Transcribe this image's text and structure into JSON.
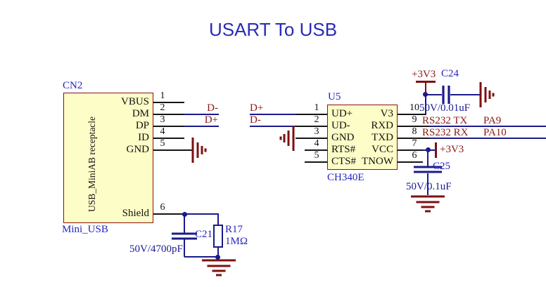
{
  "title": "USART To USB",
  "colors": {
    "wire": "#1a1a8c",
    "symbol": "#7c1010",
    "net_text": "#8b1616",
    "designator": "#2626c0",
    "value_text": "#1a1a96",
    "body_fill": "#fdfdc8",
    "body_border": "#8a1010"
  },
  "components": {
    "cn2": {
      "ref": "CN2",
      "body_label": "USB_MiniAB receptacle",
      "label": "Mini_USB",
      "pins": [
        {
          "num": "1",
          "name": "VBUS"
        },
        {
          "num": "2",
          "name": "DM"
        },
        {
          "num": "3",
          "name": "DP"
        },
        {
          "num": "4",
          "name": "ID"
        },
        {
          "num": "5",
          "name": "GND"
        },
        {
          "num": "6",
          "name": "Shield"
        }
      ]
    },
    "u5": {
      "ref": "U5",
      "part": "CH340E",
      "left_pins": [
        {
          "num": "1",
          "name": "UD+"
        },
        {
          "num": "2",
          "name": "UD-"
        },
        {
          "num": "3",
          "name": "GND"
        },
        {
          "num": "4",
          "name": "RTS#"
        },
        {
          "num": "5",
          "name": "CTS#"
        }
      ],
      "right_pins": [
        {
          "num": "10",
          "name": "V3"
        },
        {
          "num": "9",
          "name": "RXD"
        },
        {
          "num": "8",
          "name": "TXD"
        },
        {
          "num": "7",
          "name": "VCC"
        },
        {
          "num": "6",
          "name": "TNOW"
        }
      ]
    },
    "c21": {
      "ref": "C21",
      "value": "50V/4700pF"
    },
    "c24": {
      "ref": "C24",
      "value": "50V/0.01uF"
    },
    "c25": {
      "ref": "C25",
      "value": "50V/0.1uF"
    },
    "r17": {
      "ref": "R17",
      "value": "1MΩ"
    }
  },
  "net_labels": {
    "dplus": "D+",
    "dminus": "D-",
    "v33": "+3V3",
    "tx": "RS232 TX",
    "rx": "RS232 RX",
    "pa9": "PA9",
    "pa10": "PA10"
  }
}
